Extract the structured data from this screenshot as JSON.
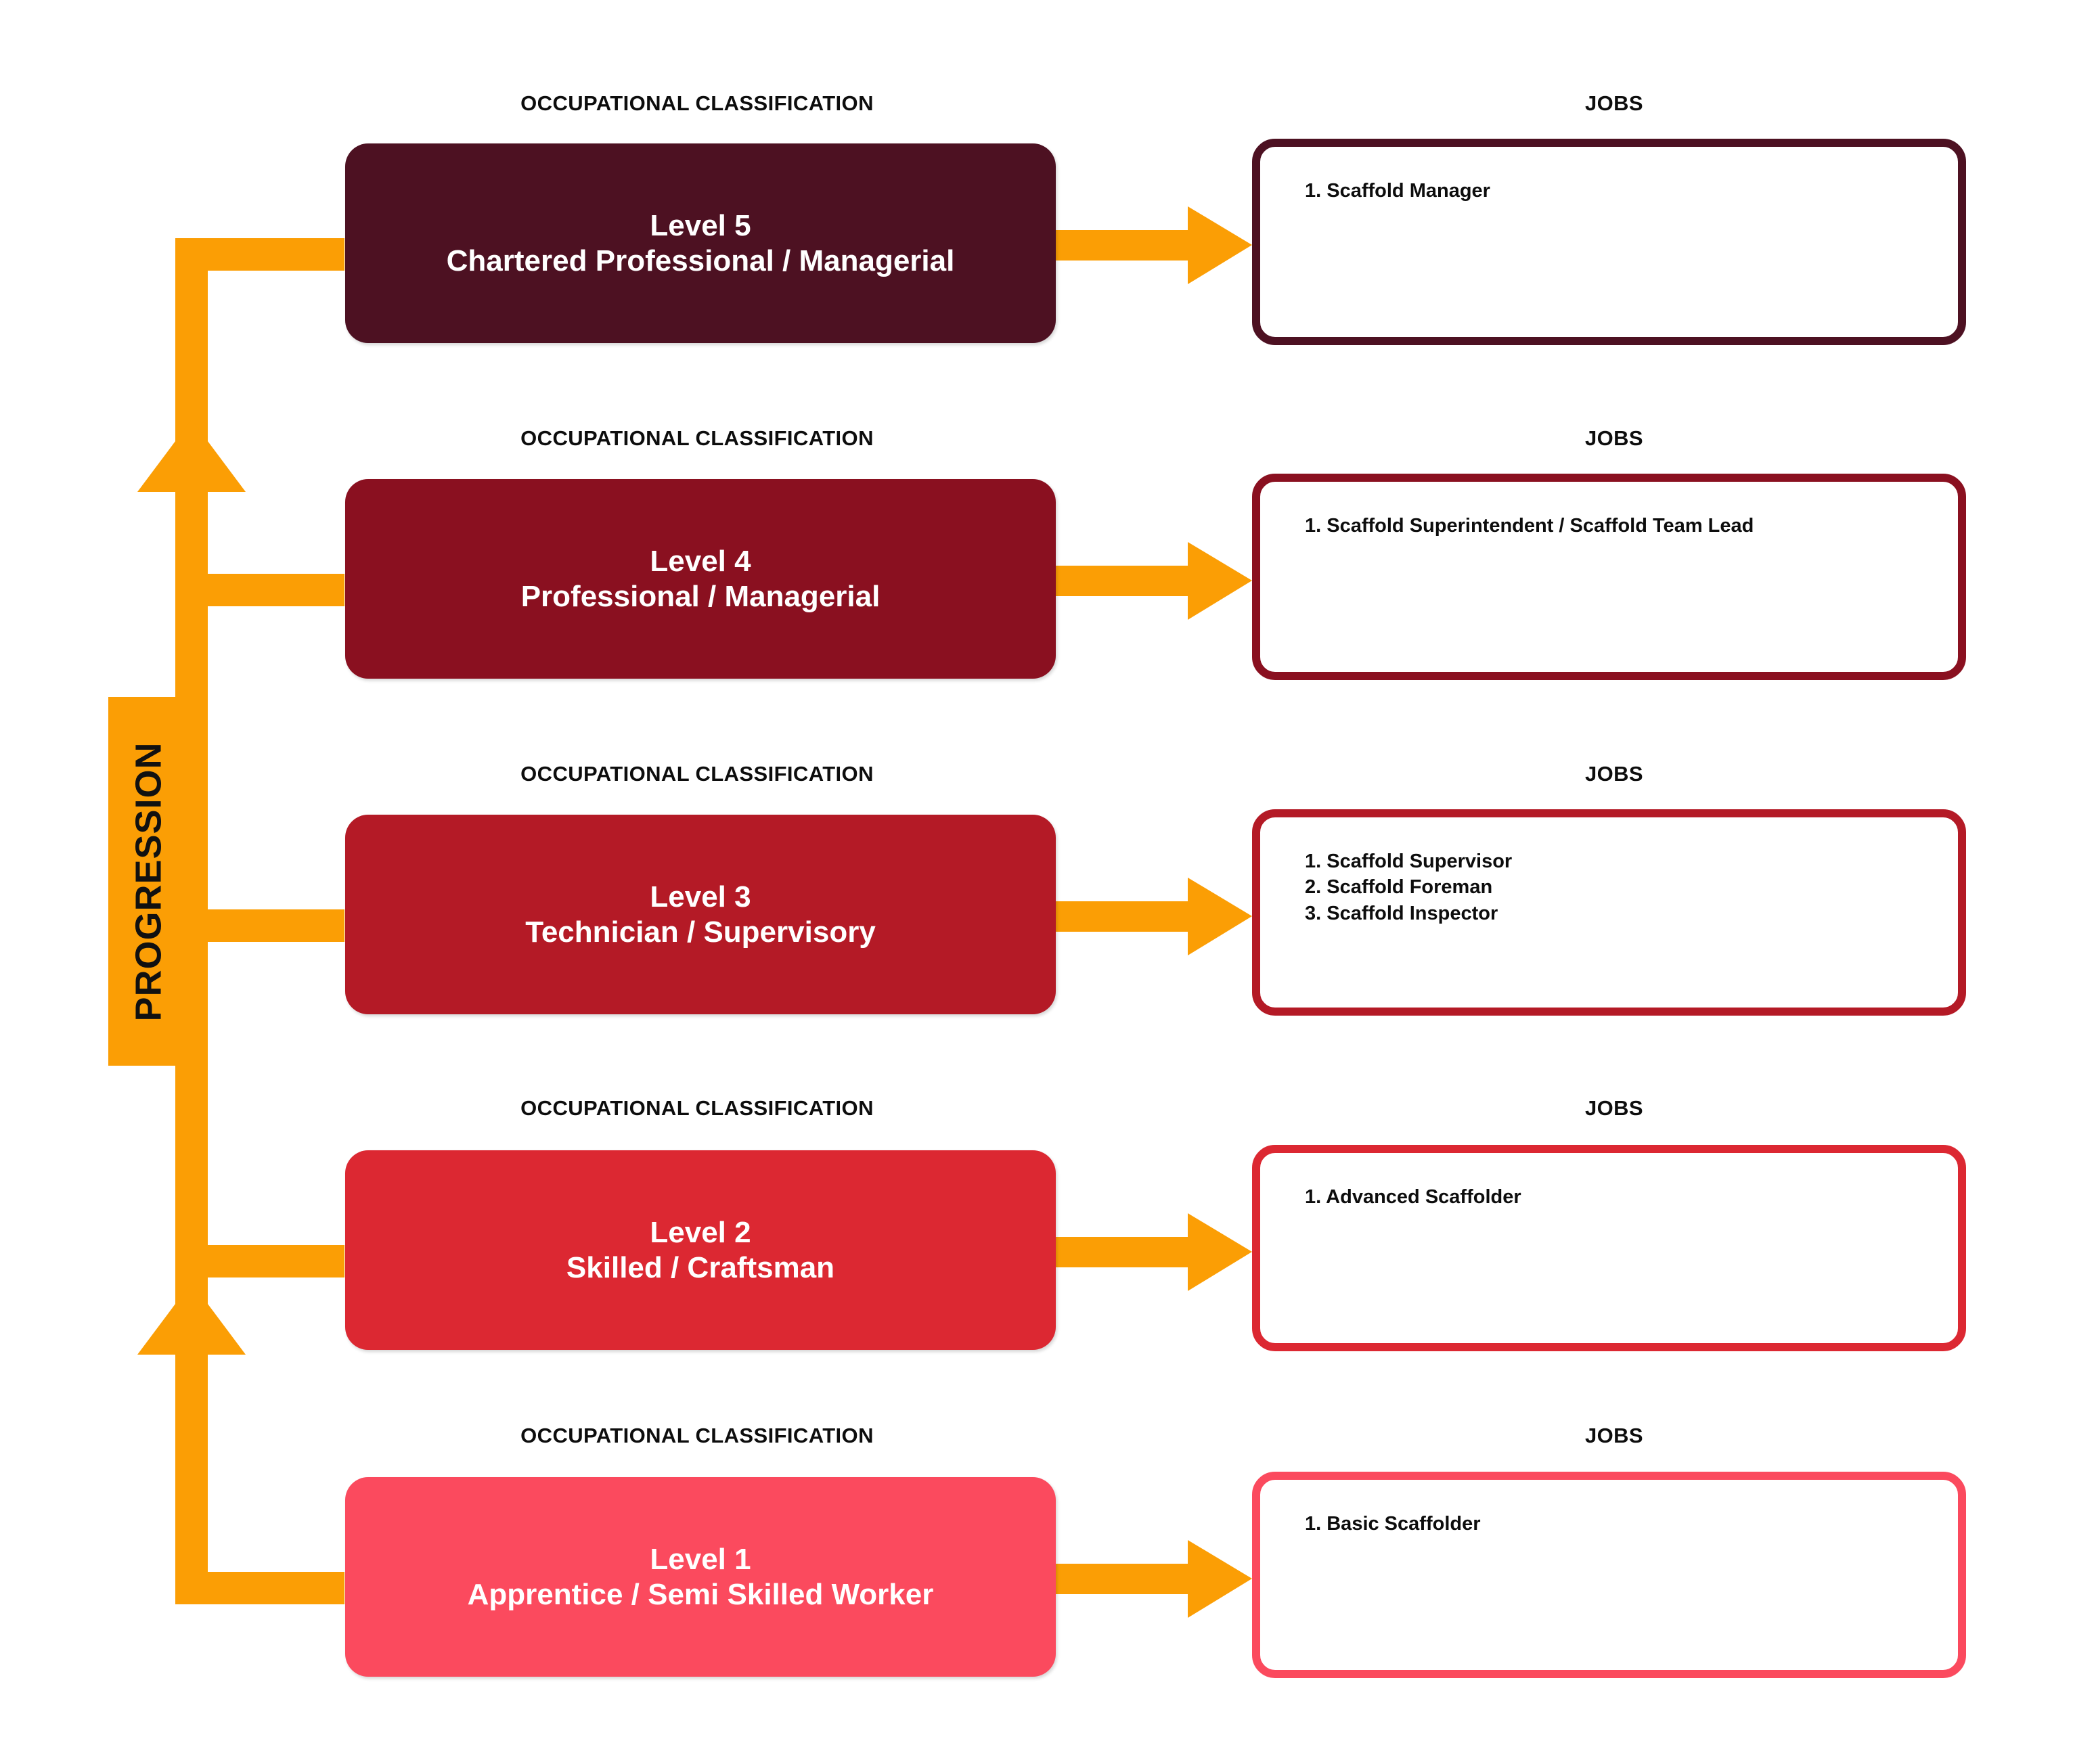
{
  "diagram": {
    "progression_label": "PROGRESSION",
    "column_headers": {
      "left": "OCCUPATIONAL CLASSIFICATION",
      "right": "JOBS"
    },
    "accent_orange": "#FB9E05",
    "rows": [
      {
        "header_left": "OCCUPATIONAL CLASSIFICATION",
        "header_right": "JOBS",
        "level_title": "Level 5",
        "level_subtitle": "Chartered Professional / Managerial",
        "level_color": "#4D1122",
        "jobs_border_color": "#4D1122",
        "jobs": [
          "1. Scaffold Manager"
        ]
      },
      {
        "header_left": "OCCUPATIONAL CLASSIFICATION",
        "header_right": "JOBS",
        "level_title": "Level 4",
        "level_subtitle": "Professional / Managerial",
        "level_color": "#8A1020",
        "jobs_border_color": "#8A1020",
        "jobs": [
          "1. Scaffold Superintendent / Scaffold Team Lead"
        ]
      },
      {
        "header_left": "OCCUPATIONAL CLASSIFICATION",
        "header_right": "JOBS",
        "level_title": "Level 3",
        "level_subtitle": "Technician / Supervisory",
        "level_color": "#B41A26",
        "jobs_border_color": "#B41A26",
        "jobs": [
          "1. Scaffold Supervisor",
          "2. Scaffold Foreman",
          "3. Scaffold Inspector"
        ]
      },
      {
        "header_left": "OCCUPATIONAL CLASSIFICATION",
        "header_right": "JOBS",
        "level_title": "Level 2",
        "level_subtitle": "Skilled / Craftsman",
        "level_color": "#DC2832",
        "jobs_border_color": "#DC2832",
        "jobs": [
          "1. Advanced Scaffolder"
        ]
      },
      {
        "header_left": "OCCUPATIONAL CLASSIFICATION",
        "header_right": "JOBS",
        "level_title": "Level 1",
        "level_subtitle": "Apprentice / Semi Skilled Worker",
        "level_color": "#FB4A5E",
        "jobs_border_color": "#FB4A5E",
        "jobs": [
          "1. Basic Scaffolder"
        ]
      }
    ]
  }
}
